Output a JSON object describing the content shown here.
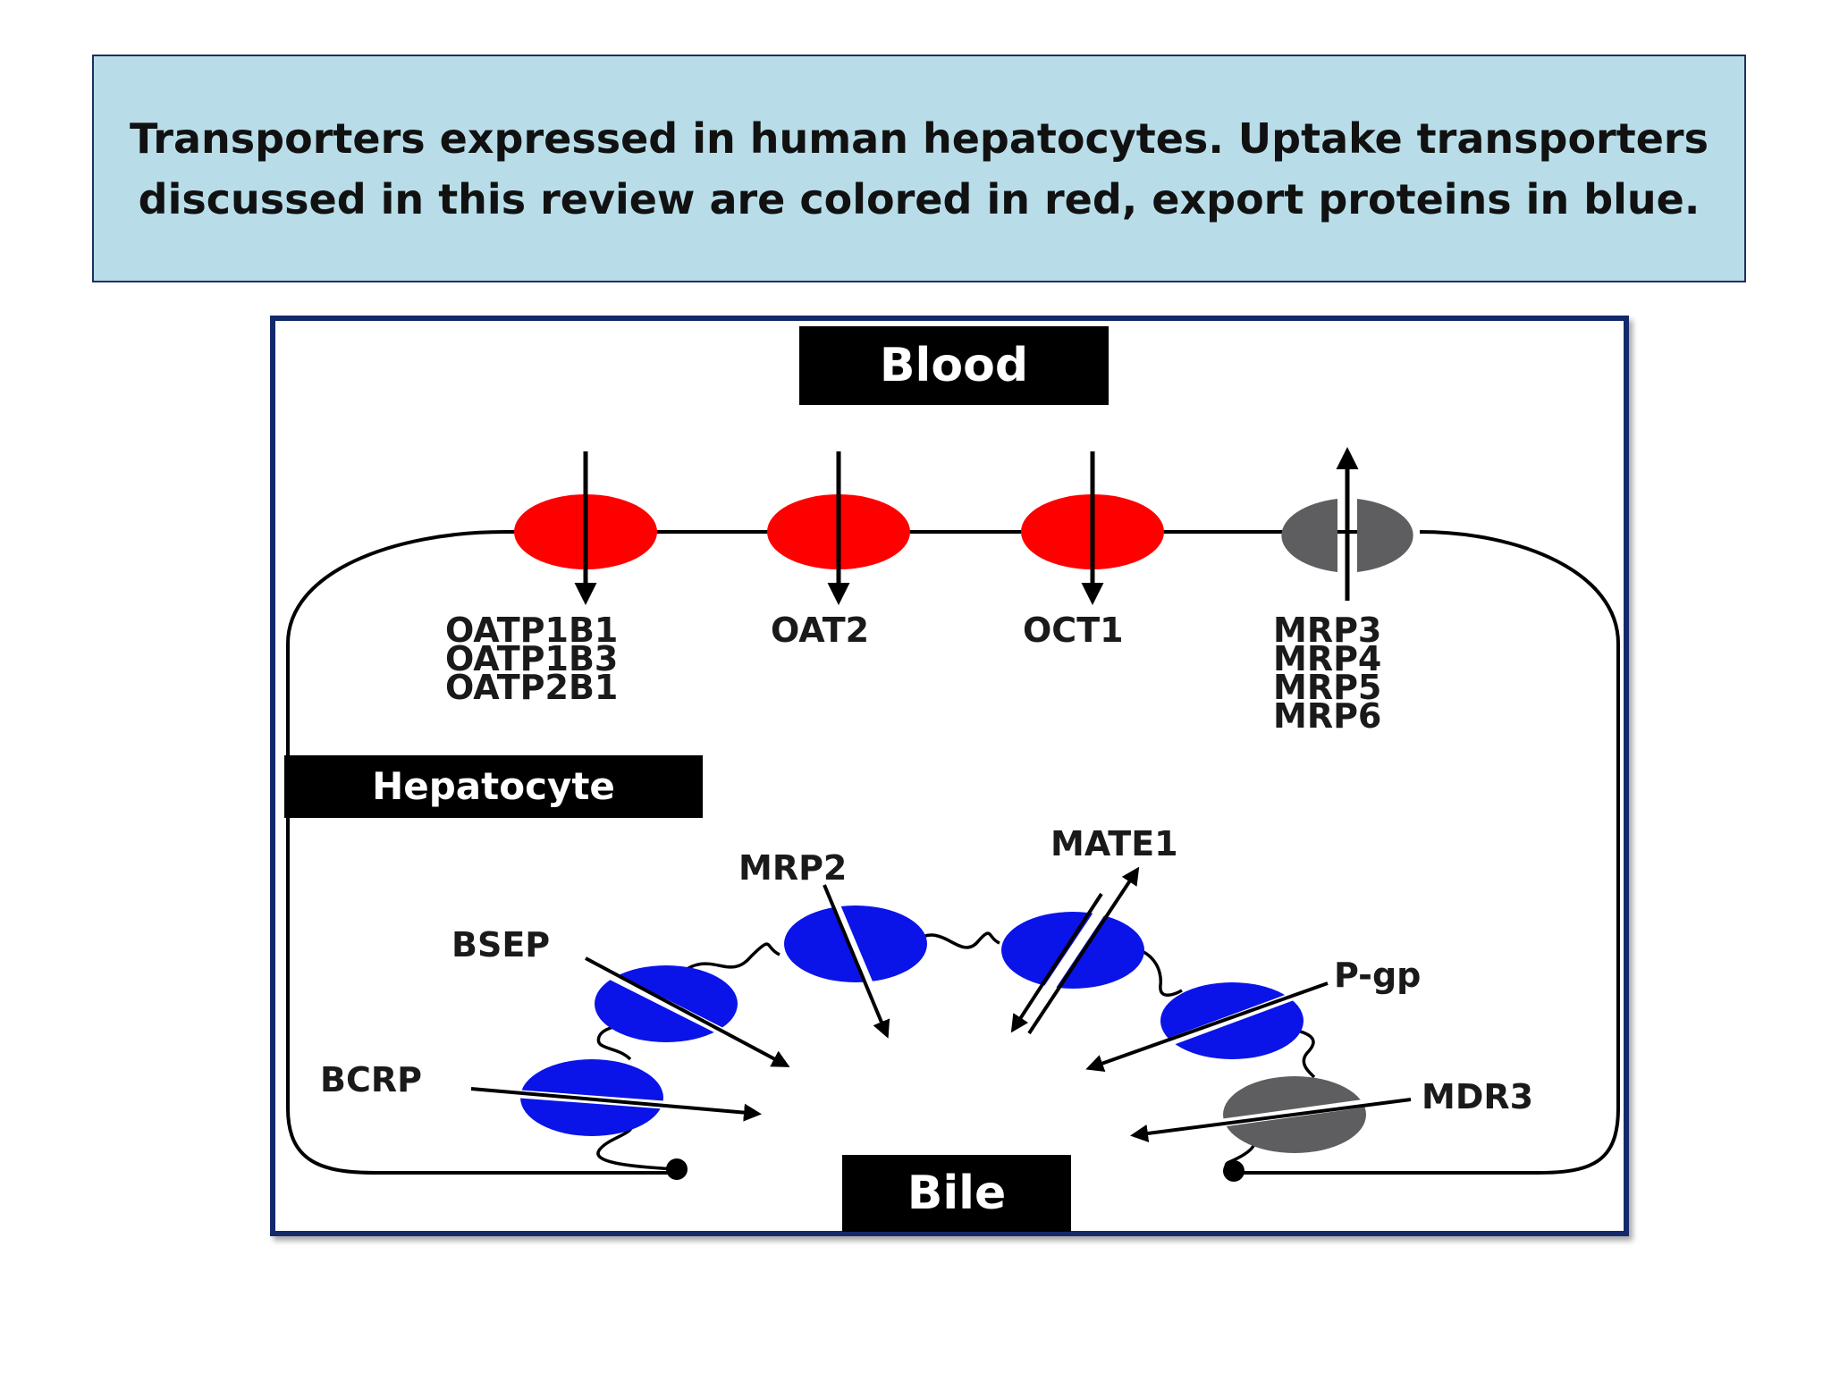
{
  "title": {
    "line1": "Transporters expressed in human hepatocytes. Uptake transporters",
    "line2": "discussed in this review are colored in red, export proteins in blue."
  },
  "diagram": {
    "blood_label": "Blood",
    "hepatocyte_label": "Hepatocyte",
    "bile_label": "Bile",
    "colors": {
      "uptake": "#ff0000",
      "export": "#0a14e8",
      "other": "#5e5e60",
      "frame": "#14296b",
      "title_bg": "#b8dde8"
    },
    "basolateral": {
      "oatp": [
        "OATP1B1",
        "OATP1B3",
        "OATP2B1"
      ],
      "oat2": "OAT2",
      "oct1": "OCT1",
      "mrp": [
        "MRP3",
        "MRP4",
        "MRP5",
        "MRP6"
      ]
    },
    "canalicular": {
      "bcrp": "BCRP",
      "bsep": "BSEP",
      "mrp2": "MRP2",
      "mate1": "MATE1",
      "pgp": "P-gp",
      "mdr3": "MDR3"
    }
  }
}
